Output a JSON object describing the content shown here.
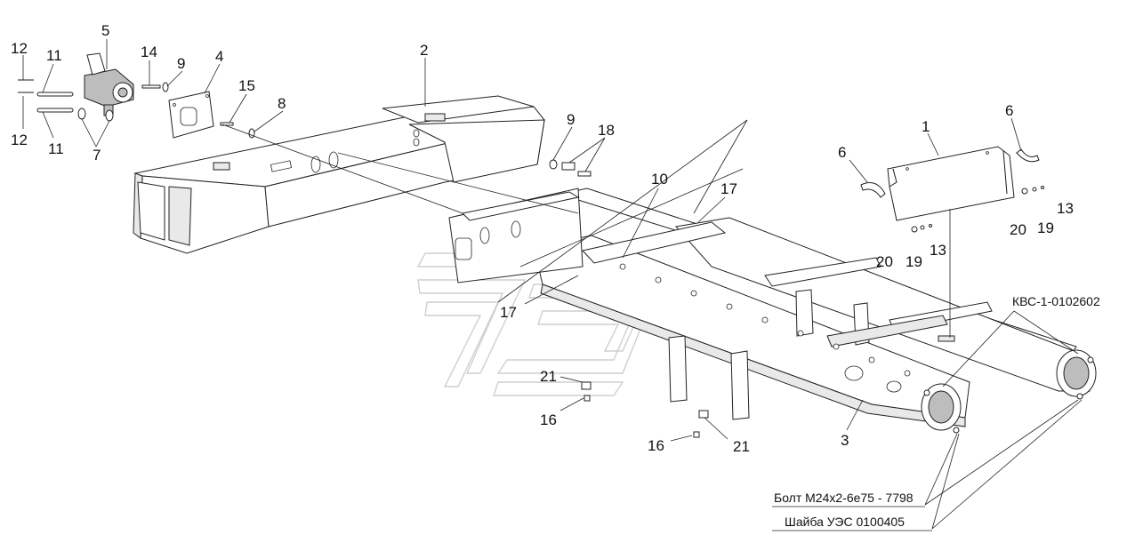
{
  "diagram": {
    "callouts": {
      "c12a": "12",
      "c11a": "11",
      "c5": "5",
      "c14": "14",
      "c9a": "9",
      "c4": "4",
      "c15": "15",
      "c8": "8",
      "c2": "2",
      "c12b": "12",
      "c11b": "11",
      "c7": "7",
      "c9b": "9",
      "c18": "18",
      "c10": "10",
      "c17a": "17",
      "c1": "1",
      "c6a": "6",
      "c6b": "6",
      "c13a": "13",
      "c13b": "13",
      "c20a": "20",
      "c19a": "19",
      "c20b": "20",
      "c19b": "19",
      "c17b": "17",
      "c21a": "21",
      "c16a": "16",
      "c16b": "16",
      "c21b": "21",
      "c3": "3"
    },
    "refs": {
      "assembly": "КВС-1-0102602",
      "bolt": "Болт М24х2-6е75 - 7798",
      "washer": "Шайба УЭС 0100405"
    }
  }
}
